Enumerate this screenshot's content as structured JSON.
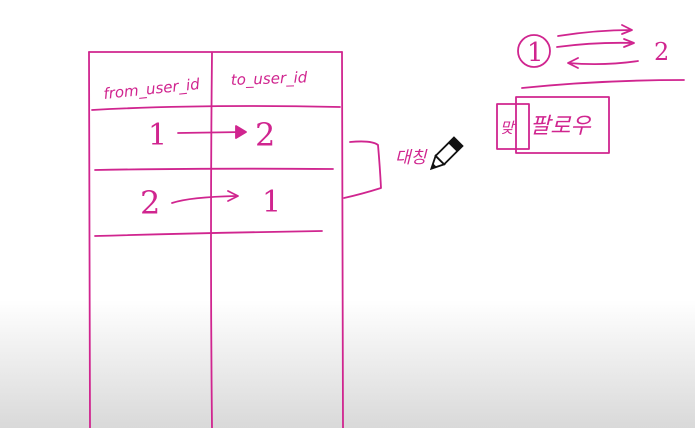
{
  "whiteboard": {
    "ink_color": "#d0258f",
    "table": {
      "headers": [
        "from_user_id",
        "to_user_id"
      ],
      "rows": [
        {
          "from": "1",
          "to": "2"
        },
        {
          "from": "2",
          "to": "1"
        }
      ]
    },
    "bracket_note": "대칭",
    "diagram": {
      "left_node": "1",
      "right_node": "2",
      "boxed_label_prefix": "맞",
      "boxed_label_main": "팔로우"
    },
    "cursor_icon": "pencil-icon"
  }
}
